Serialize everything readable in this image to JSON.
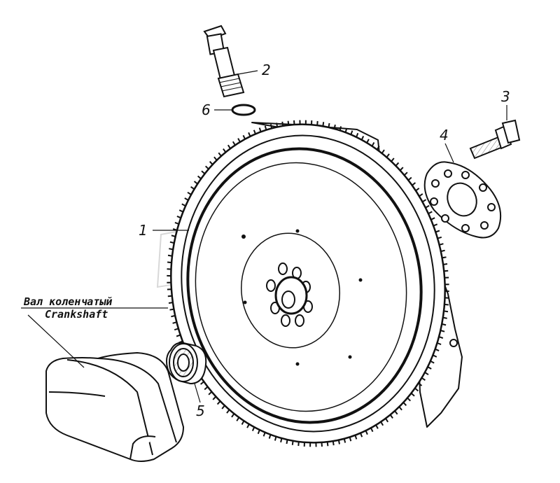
{
  "callouts": {
    "flywheel": "1",
    "pin": "2",
    "bolt": "3",
    "washer_plate": "4",
    "bearing": "5",
    "o_ring": "6"
  },
  "crankshaft_caption": {
    "ru": "Вал коленчатый",
    "en": "Crankshaft"
  }
}
